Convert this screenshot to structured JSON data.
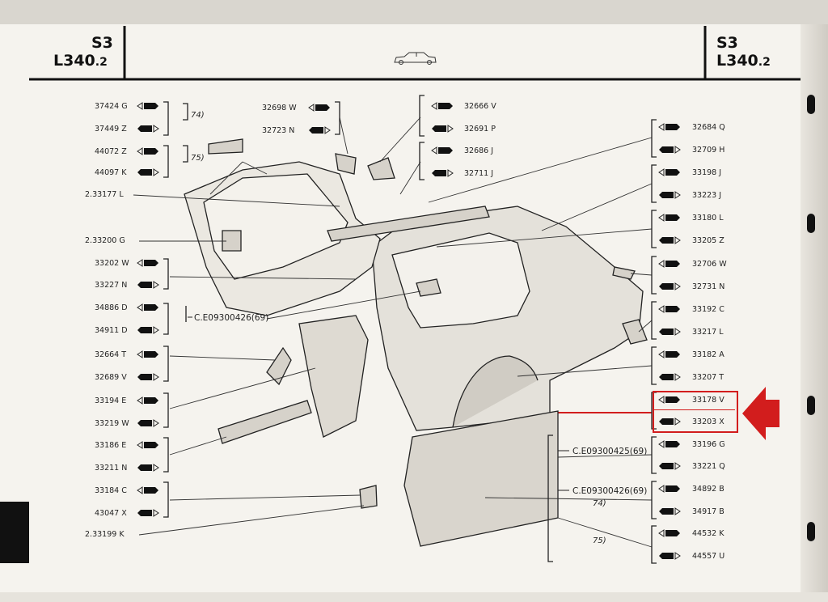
{
  "header": {
    "left": {
      "model": "S3",
      "code": "L340",
      "sub": ".2"
    },
    "right": {
      "model": "S3",
      "code": "L340",
      "sub": ".2"
    }
  },
  "left_parts": [
    {
      "num": "37424",
      "suffix": "G",
      "sym": "lr"
    },
    {
      "num": "37449",
      "suffix": "Z",
      "sym": "rl"
    },
    {
      "num": "44072",
      "suffix": "Z",
      "sym": "lr"
    },
    {
      "num": "44097",
      "suffix": "K",
      "sym": "rl"
    },
    {
      "num": "2.33177",
      "suffix": "L",
      "sym": "none"
    },
    {
      "num": "2.33200",
      "suffix": "G",
      "sym": "none"
    },
    {
      "num": "33202",
      "suffix": "W",
      "sym": "lr"
    },
    {
      "num": "33227",
      "suffix": "N",
      "sym": "rl"
    },
    {
      "num": "34886",
      "suffix": "D",
      "sym": "lr"
    },
    {
      "num": "34911",
      "suffix": "D",
      "sym": "rl"
    },
    {
      "num": "32664",
      "suffix": "T",
      "sym": "lr"
    },
    {
      "num": "32689",
      "suffix": "V",
      "sym": "rl"
    },
    {
      "num": "33194",
      "suffix": "E",
      "sym": "lr"
    },
    {
      "num": "33219",
      "suffix": "W",
      "sym": "rl"
    },
    {
      "num": "33186",
      "suffix": "E",
      "sym": "lr"
    },
    {
      "num": "33211",
      "suffix": "N",
      "sym": "rl"
    },
    {
      "num": "33184",
      "suffix": "C",
      "sym": "lr"
    },
    {
      "num": "43047",
      "suffix": "X",
      "sym": "rl"
    },
    {
      "num": "2.33199",
      "suffix": "K",
      "sym": "none"
    }
  ],
  "mid_parts": [
    {
      "num": "32698",
      "suffix": "W",
      "sym": "lr"
    },
    {
      "num": "32723",
      "suffix": "N",
      "sym": "rl"
    }
  ],
  "center_parts": [
    {
      "num": "32666",
      "suffix": "V"
    },
    {
      "num": "32691",
      "suffix": "P"
    },
    {
      "num": "32686",
      "suffix": "J"
    },
    {
      "num": "32711",
      "suffix": "J"
    }
  ],
  "right_parts": [
    {
      "num": "32684",
      "suffix": "Q"
    },
    {
      "num": "32709",
      "suffix": "H"
    },
    {
      "num": "33198",
      "suffix": "J"
    },
    {
      "num": "33223",
      "suffix": "J"
    },
    {
      "num": "33180",
      "suffix": "L"
    },
    {
      "num": "33205",
      "suffix": "Z"
    },
    {
      "num": "32706",
      "suffix": "W"
    },
    {
      "num": "32731",
      "suffix": "N"
    },
    {
      "num": "33192",
      "suffix": "C"
    },
    {
      "num": "33217",
      "suffix": "L"
    },
    {
      "num": "33182",
      "suffix": "A"
    },
    {
      "num": "33207",
      "suffix": "T"
    },
    {
      "num": "33178",
      "suffix": "V"
    },
    {
      "num": "33203",
      "suffix": "X"
    },
    {
      "num": "33196",
      "suffix": "G"
    },
    {
      "num": "33221",
      "suffix": "Q"
    },
    {
      "num": "34892",
      "suffix": "B"
    },
    {
      "num": "34917",
      "suffix": "B"
    },
    {
      "num": "44532",
      "suffix": "K"
    },
    {
      "num": "44557",
      "suffix": "U"
    }
  ],
  "refs": {
    "ref1": "C.E09300426(69)",
    "ref2": "C.E09300425(69)",
    "ref3": "C.E09300426(69)",
    "y74a": "74)",
    "y75a": "75)",
    "y74b": "74)",
    "y75b": "75)"
  },
  "colors": {
    "highlight": "#d21d1d",
    "paper": "#f5f3ee",
    "ink": "#1a1a1a"
  }
}
